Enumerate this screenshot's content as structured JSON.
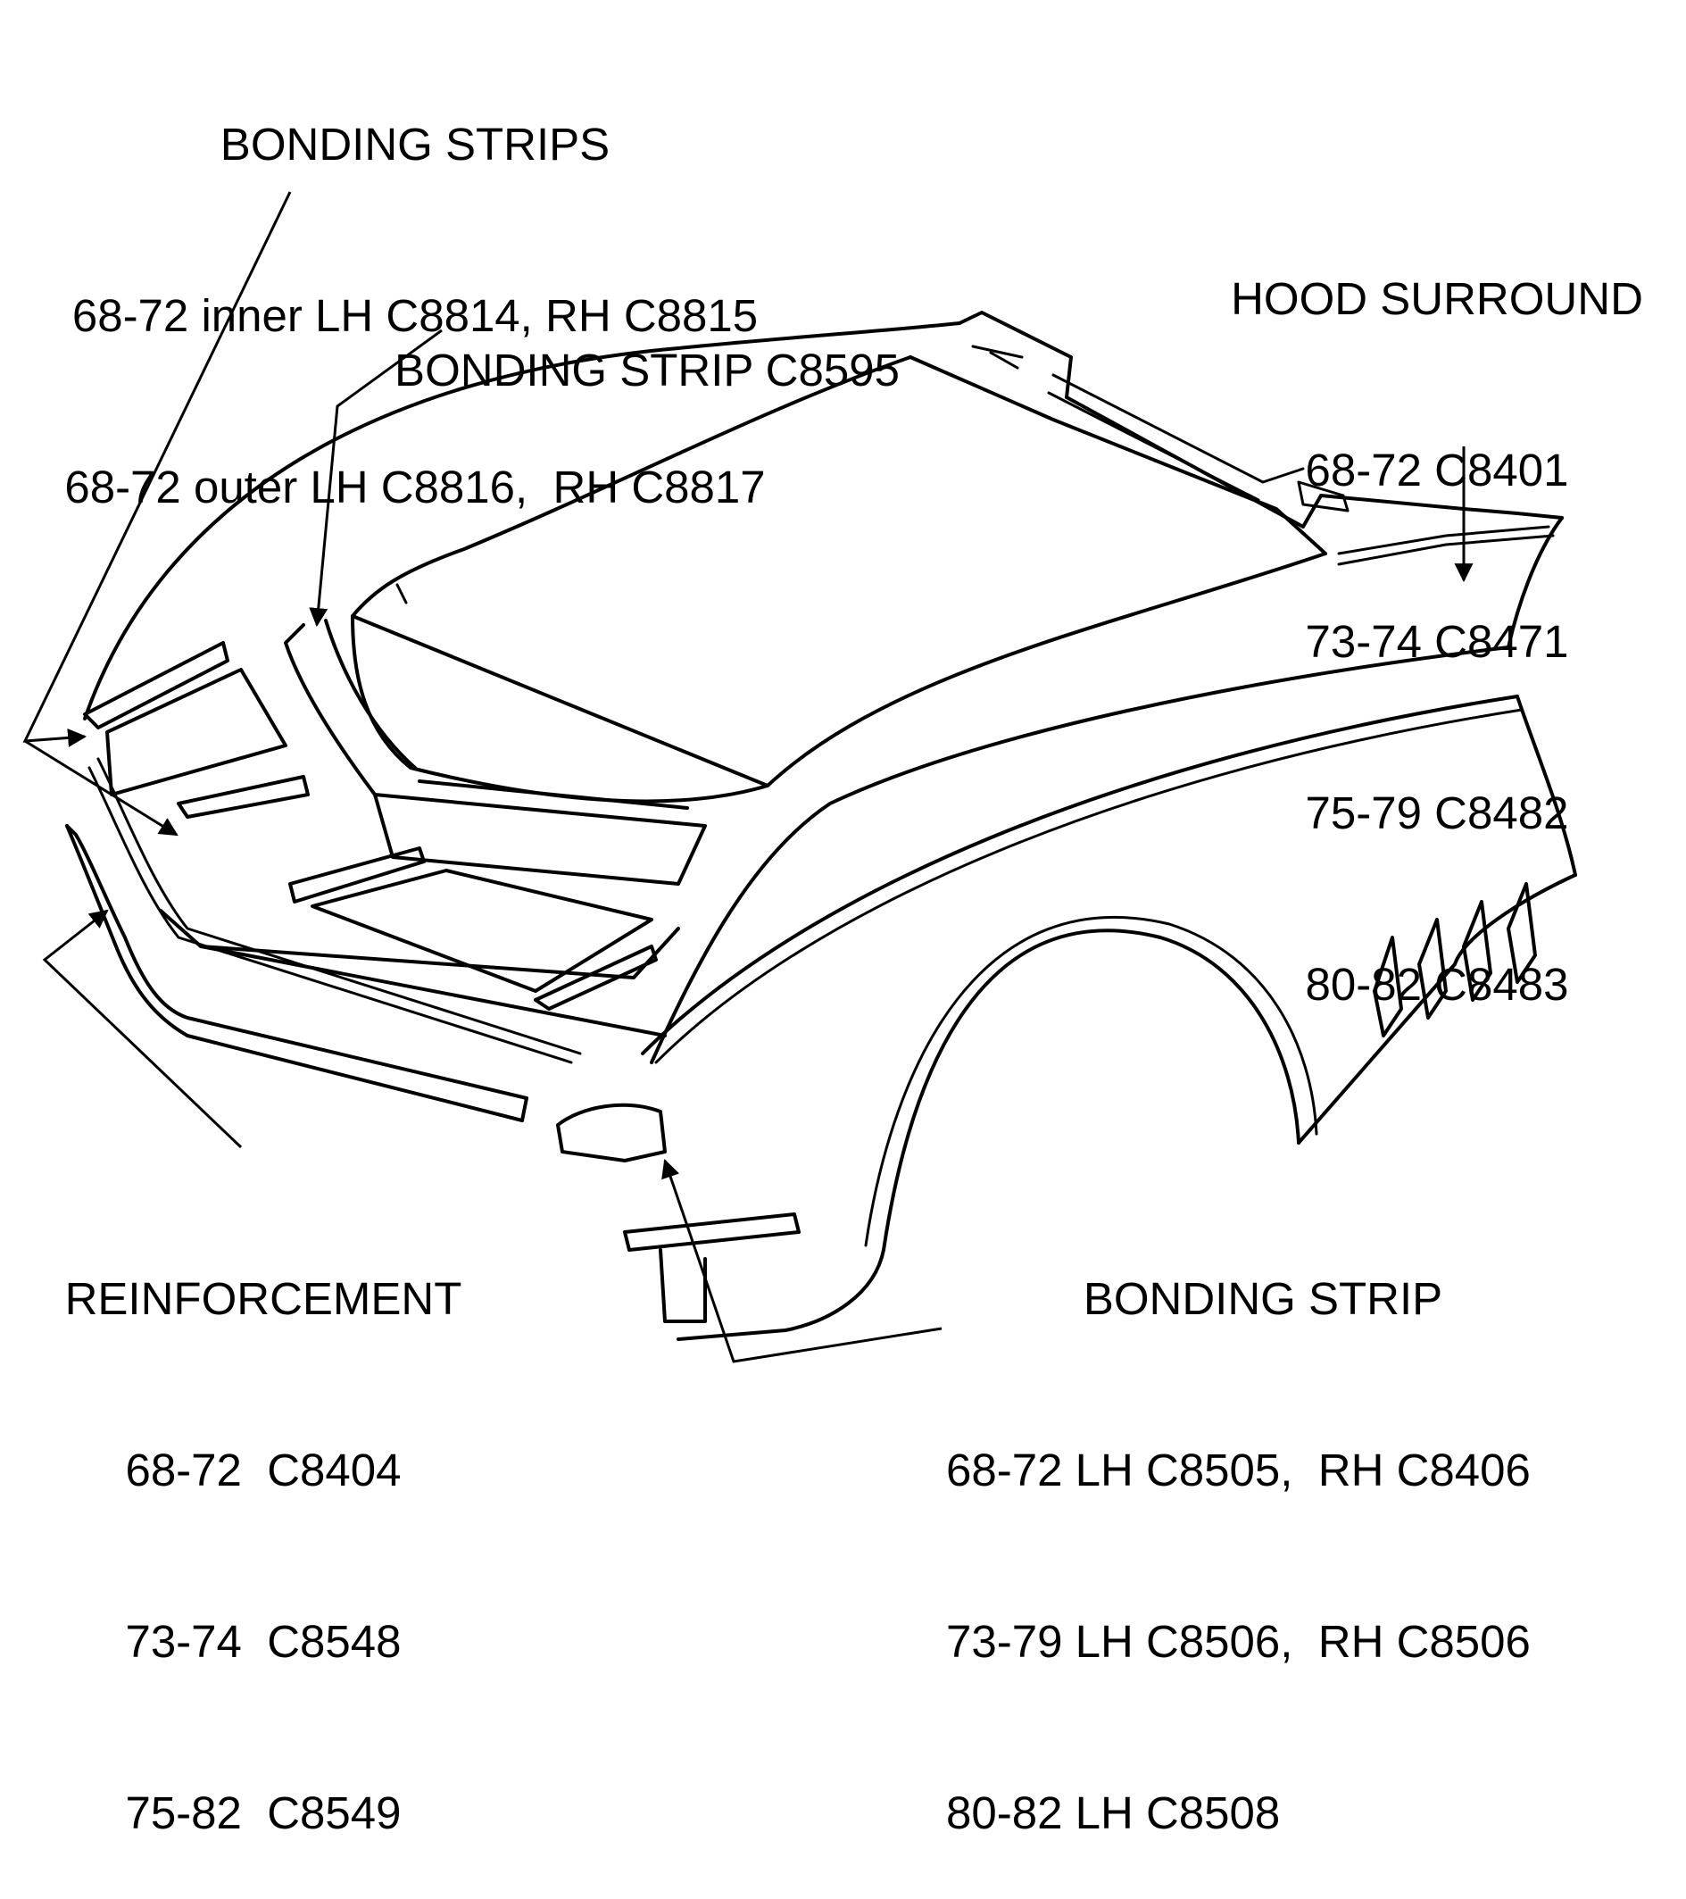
{
  "callouts": {
    "bonding_strips": {
      "title": "BONDING STRIPS",
      "line1": "68-72 inner LH C8814, RH C8815",
      "line2": "68-72 outer LH C8816,  RH C8817"
    },
    "bonding_strip_center": {
      "title": "BONDING STRIP C8595"
    },
    "hood_surround": {
      "title": "HOOD SURROUND",
      "line1": "68-72 C8401",
      "line2": "73-74 C8471",
      "line3": "75-79 C8482",
      "line4": "80-82 C8483"
    },
    "reinforcement": {
      "title": "REINFORCEMENT",
      "line1": "68-72  C8404",
      "line2": "73-74  C8548",
      "line3": "75-82  C8549"
    },
    "bonding_strip_fender": {
      "title": "BONDING STRIP",
      "line1": "68-72 LH C8505,  RH C8406",
      "line2": "73-79 LH C8506,  RH C8506",
      "line3": "80-82 LH C8508"
    }
  }
}
